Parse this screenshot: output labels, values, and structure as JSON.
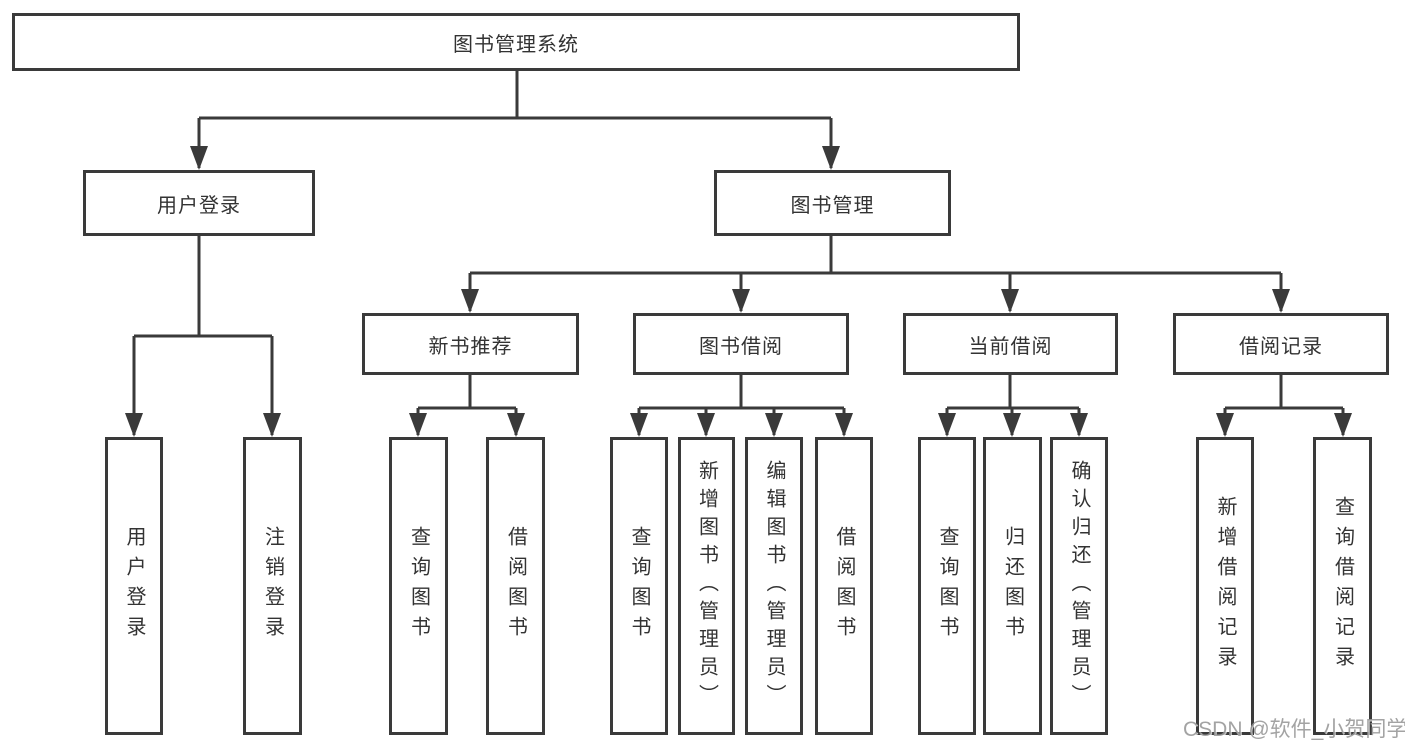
{
  "tree": {
    "label": "图书管理系统",
    "children": [
      {
        "label": "用户登录",
        "children": [
          {
            "label": "用户登录"
          },
          {
            "label": "注销登录"
          }
        ]
      },
      {
        "label": "图书管理",
        "children": [
          {
            "label": "新书推荐",
            "children": [
              {
                "label": "查询图书"
              },
              {
                "label": "借阅图书"
              }
            ]
          },
          {
            "label": "图书借阅",
            "children": [
              {
                "label": "查询图书"
              },
              {
                "label": "新增图书（管理员）"
              },
              {
                "label": "编辑图书（管理员）"
              },
              {
                "label": "借阅图书"
              }
            ]
          },
          {
            "label": "当前借阅",
            "children": [
              {
                "label": "查询图书"
              },
              {
                "label": "归还图书"
              },
              {
                "label": "确认归还（管理员）"
              }
            ]
          },
          {
            "label": "借阅记录",
            "children": [
              {
                "label": "新增借阅记录"
              },
              {
                "label": "查询借阅记录"
              }
            ]
          }
        ]
      }
    ]
  },
  "watermark": {
    "text": "CSDN @软件_小贺同学"
  },
  "colors": {
    "line": "#3a3a3a",
    "text": "#333333",
    "box_background": "#ffffff",
    "watermark": "#969696",
    "page_background": "#ffffff"
  }
}
